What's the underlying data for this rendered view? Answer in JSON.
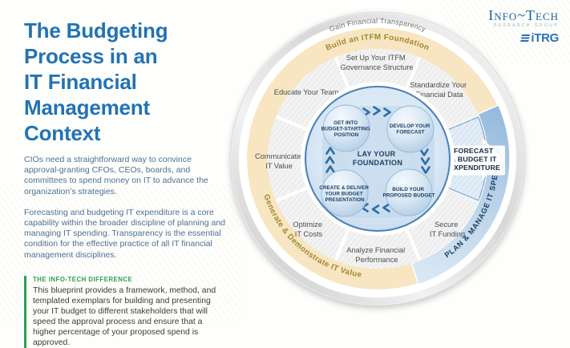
{
  "left_panel": {
    "title_lines": [
      "The Budgeting",
      "Process in an",
      "IT Financial",
      "Management",
      "Context"
    ],
    "paragraph1": "CIOs need a straightforward way to convince approval-granting CFOs, CEOs, boards, and committees to spend money on IT to advance the organization’s strategies.",
    "paragraph2": "Forecasting and budgeting IT expenditure is a core capability within the broader discipline of planning and managing IT spending. Transparency is the essential condition for the effective practice of all IT financial management disciplines.",
    "difference_heading": "THE INFO-TECH DIFFERENCE",
    "difference_body": "This blueprint provides a framework, method, and templated exemplars for building and presenting your IT budget to different stakeholders that will speed the approval process and ensure that a higher percentage of your proposed spend is approved."
  },
  "logo": {
    "wordmark": "Info~Tech",
    "subtitle": "RESEARCH GROUP",
    "badge": "iTRG"
  },
  "wheel": {
    "outer_arc": "Gain Financial Transparency",
    "foundation_arc": "Build an ITFM Foundation",
    "value_arc": "Generate & Demonstrate IT Value",
    "spending_arc": "PLAN & MANAGE IT SPENDING",
    "segments": [
      {
        "lines": [
          "Set Up Your ITFM",
          "Governance Structure"
        ]
      },
      {
        "lines": [
          "Standardize Your",
          "Financial Data"
        ]
      },
      {
        "lines": [
          "Secure",
          "IT Funding"
        ]
      },
      {
        "lines": [
          "Analyze Financial",
          "Performance"
        ]
      },
      {
        "lines": [
          "Optimize",
          "IT Costs"
        ]
      },
      {
        "lines": [
          "Communicate",
          "IT Value"
        ]
      },
      {
        "lines": [
          "Educate Your Team"
        ]
      }
    ],
    "highlight": {
      "lines": [
        "FORECAST",
        "& BUDGET IT",
        "EXPENDITURE"
      ]
    },
    "center_label_lines": [
      "LAY YOUR",
      "FOUNDATION"
    ],
    "nodes": [
      {
        "lines": [
          "GET INTO",
          "BUDGET-STARTING",
          "POSITION"
        ]
      },
      {
        "lines": [
          "DEVELOP YOUR",
          "FORECAST"
        ]
      },
      {
        "lines": [
          "BUILD YOUR",
          "PROPOSED BUDGET"
        ]
      },
      {
        "lines": [
          "CREATE & DELIVER",
          "YOUR BUDGET",
          "PRESENTATION"
        ]
      }
    ],
    "colors": {
      "title_blue": "#2273b4",
      "cream": "#f7e6c1",
      "gold": "#a5862f",
      "navy": "#1c3e66",
      "band_blue": "#9dbfde",
      "green": "#2f9e4e",
      "chevron_blue": "#2e6da8"
    }
  }
}
